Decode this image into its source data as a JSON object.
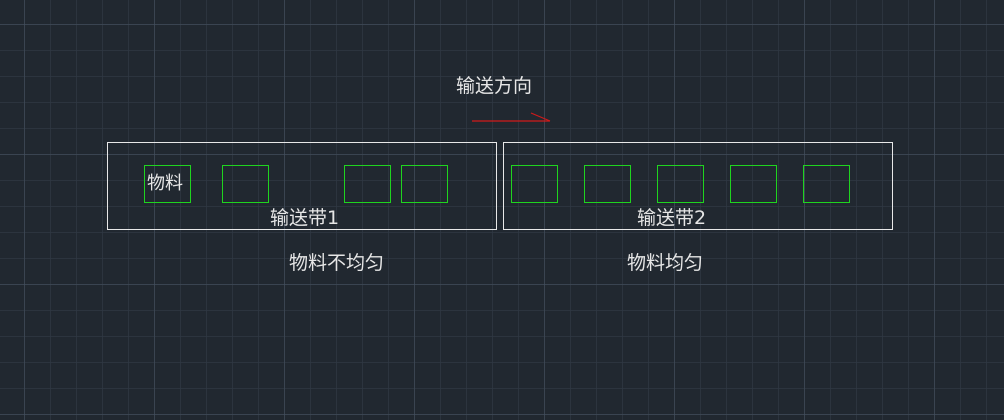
{
  "direction_label": "输送方向",
  "arrow_color": "#d11a1a",
  "belt_color": "#e8e8e8",
  "material_color": "#1fd41f",
  "belts": [
    {
      "label": "输送带1",
      "caption": "物料不均匀",
      "material_label": "物料"
    },
    {
      "label": "输送带2",
      "caption": "物料均匀"
    }
  ]
}
